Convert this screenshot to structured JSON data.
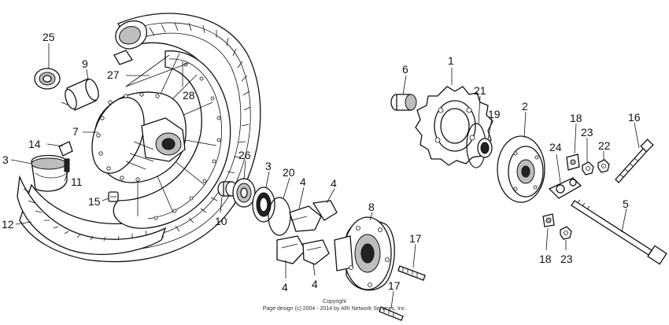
{
  "callouts": {
    "c25": "25",
    "c9": "9",
    "c27": "27",
    "c28": "28",
    "c7": "7",
    "c14": "14",
    "c3a": "3",
    "c11": "11",
    "c15": "15",
    "c12": "12",
    "c26": "26",
    "c3b": "3",
    "c20": "20",
    "c4a": "4",
    "c4b": "4",
    "c10": "10",
    "c4c": "4",
    "c4d": "4",
    "c8": "8",
    "c17a": "17",
    "c17b": "17",
    "c6": "6",
    "c1": "1",
    "c21": "21",
    "c19": "19",
    "c2": "2",
    "c18a": "18",
    "c23a": "23",
    "c22": "22",
    "c16": "16",
    "c24": "24",
    "c5": "5",
    "c18b": "18",
    "c23b": "23"
  },
  "footer": {
    "line1": "Copyright",
    "line2": "Page design (c) 2004 - 2014 by ARI Network Services, Inc."
  }
}
